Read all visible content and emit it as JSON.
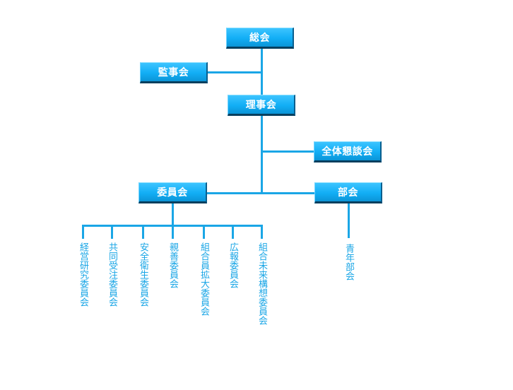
{
  "org": {
    "general_meeting": "総会",
    "auditors": "監事会",
    "board": "理事会",
    "all_members_meeting": "全体懇談会",
    "committees": "委員会",
    "divisions": "部会",
    "committee_list": [
      "経営研究委員会",
      "共同受注委員会",
      "安全衛生委員会",
      "親善委員会",
      "組合員拡大委員会",
      "広報委員会",
      "組合未来構想委員会"
    ],
    "division_list": [
      "青年部会"
    ]
  },
  "colors": {
    "box_fill": "#12aef5",
    "line": "#1aa6e6",
    "text_on_box": "#ffffff"
  }
}
